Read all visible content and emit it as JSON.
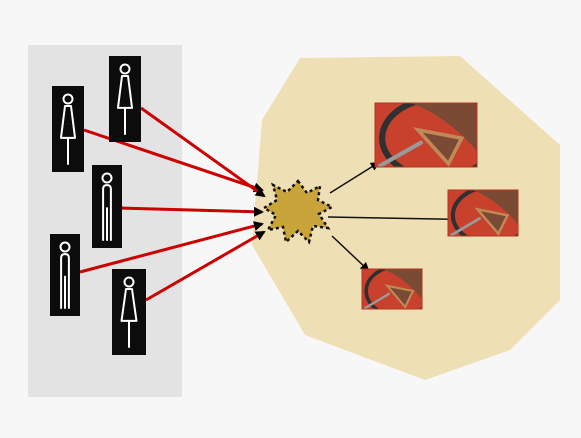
{
  "diagram": {
    "colors": {
      "background": "#f7f7f7",
      "group_panel": "#e3e3e3",
      "blob_fill": "#efdfb4",
      "person_card": "#0c0c0c",
      "person_figure": "#ffffff",
      "input_arrow": "#cc0000",
      "core_burst": "#c9a43a",
      "output_arrow": "#111111",
      "thumbnail_frame": "#c8412d",
      "pie_plate": "#303030",
      "pie_crust": "#c08a57",
      "pie_filling": "#7a4a34"
    },
    "people": [
      {
        "id": "person-1",
        "figure": "female-icon"
      },
      {
        "id": "person-2",
        "figure": "female-icon"
      },
      {
        "id": "person-3",
        "figure": "male-icon"
      },
      {
        "id": "person-4",
        "figure": "male-icon"
      },
      {
        "id": "person-5",
        "figure": "female-icon"
      }
    ],
    "outputs": [
      {
        "id": "output-1",
        "image": "pie-slice-photo"
      },
      {
        "id": "output-2",
        "image": "pie-slice-photo"
      },
      {
        "id": "output-3",
        "image": "pie-slice-photo"
      }
    ]
  }
}
